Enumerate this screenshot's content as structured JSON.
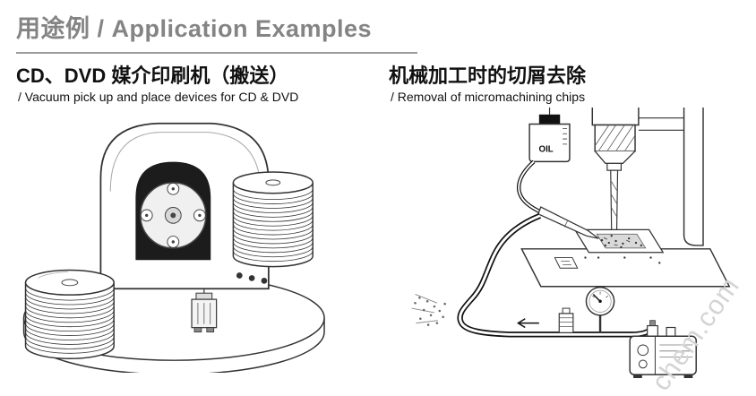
{
  "header": {
    "title": "用途例 / Application Examples"
  },
  "sections": {
    "left": {
      "heading": "CD、DVD 媒介印刷机（搬送）",
      "subtitle": "/ Vacuum pick up and place devices for CD & DVD"
    },
    "right": {
      "heading": "机械加工时的切屑去除",
      "subtitle": "/ Removal of micromachining chips"
    }
  },
  "labels": {
    "oil": "OIL"
  },
  "watermark": {
    "text": "chem.com"
  },
  "colors": {
    "title_gray": "#848484",
    "rule_gray": "#9b9b9b",
    "ink": "#333333",
    "arch_dark": "#1c1c1c",
    "watermark_gray": "#d4d4d4"
  }
}
